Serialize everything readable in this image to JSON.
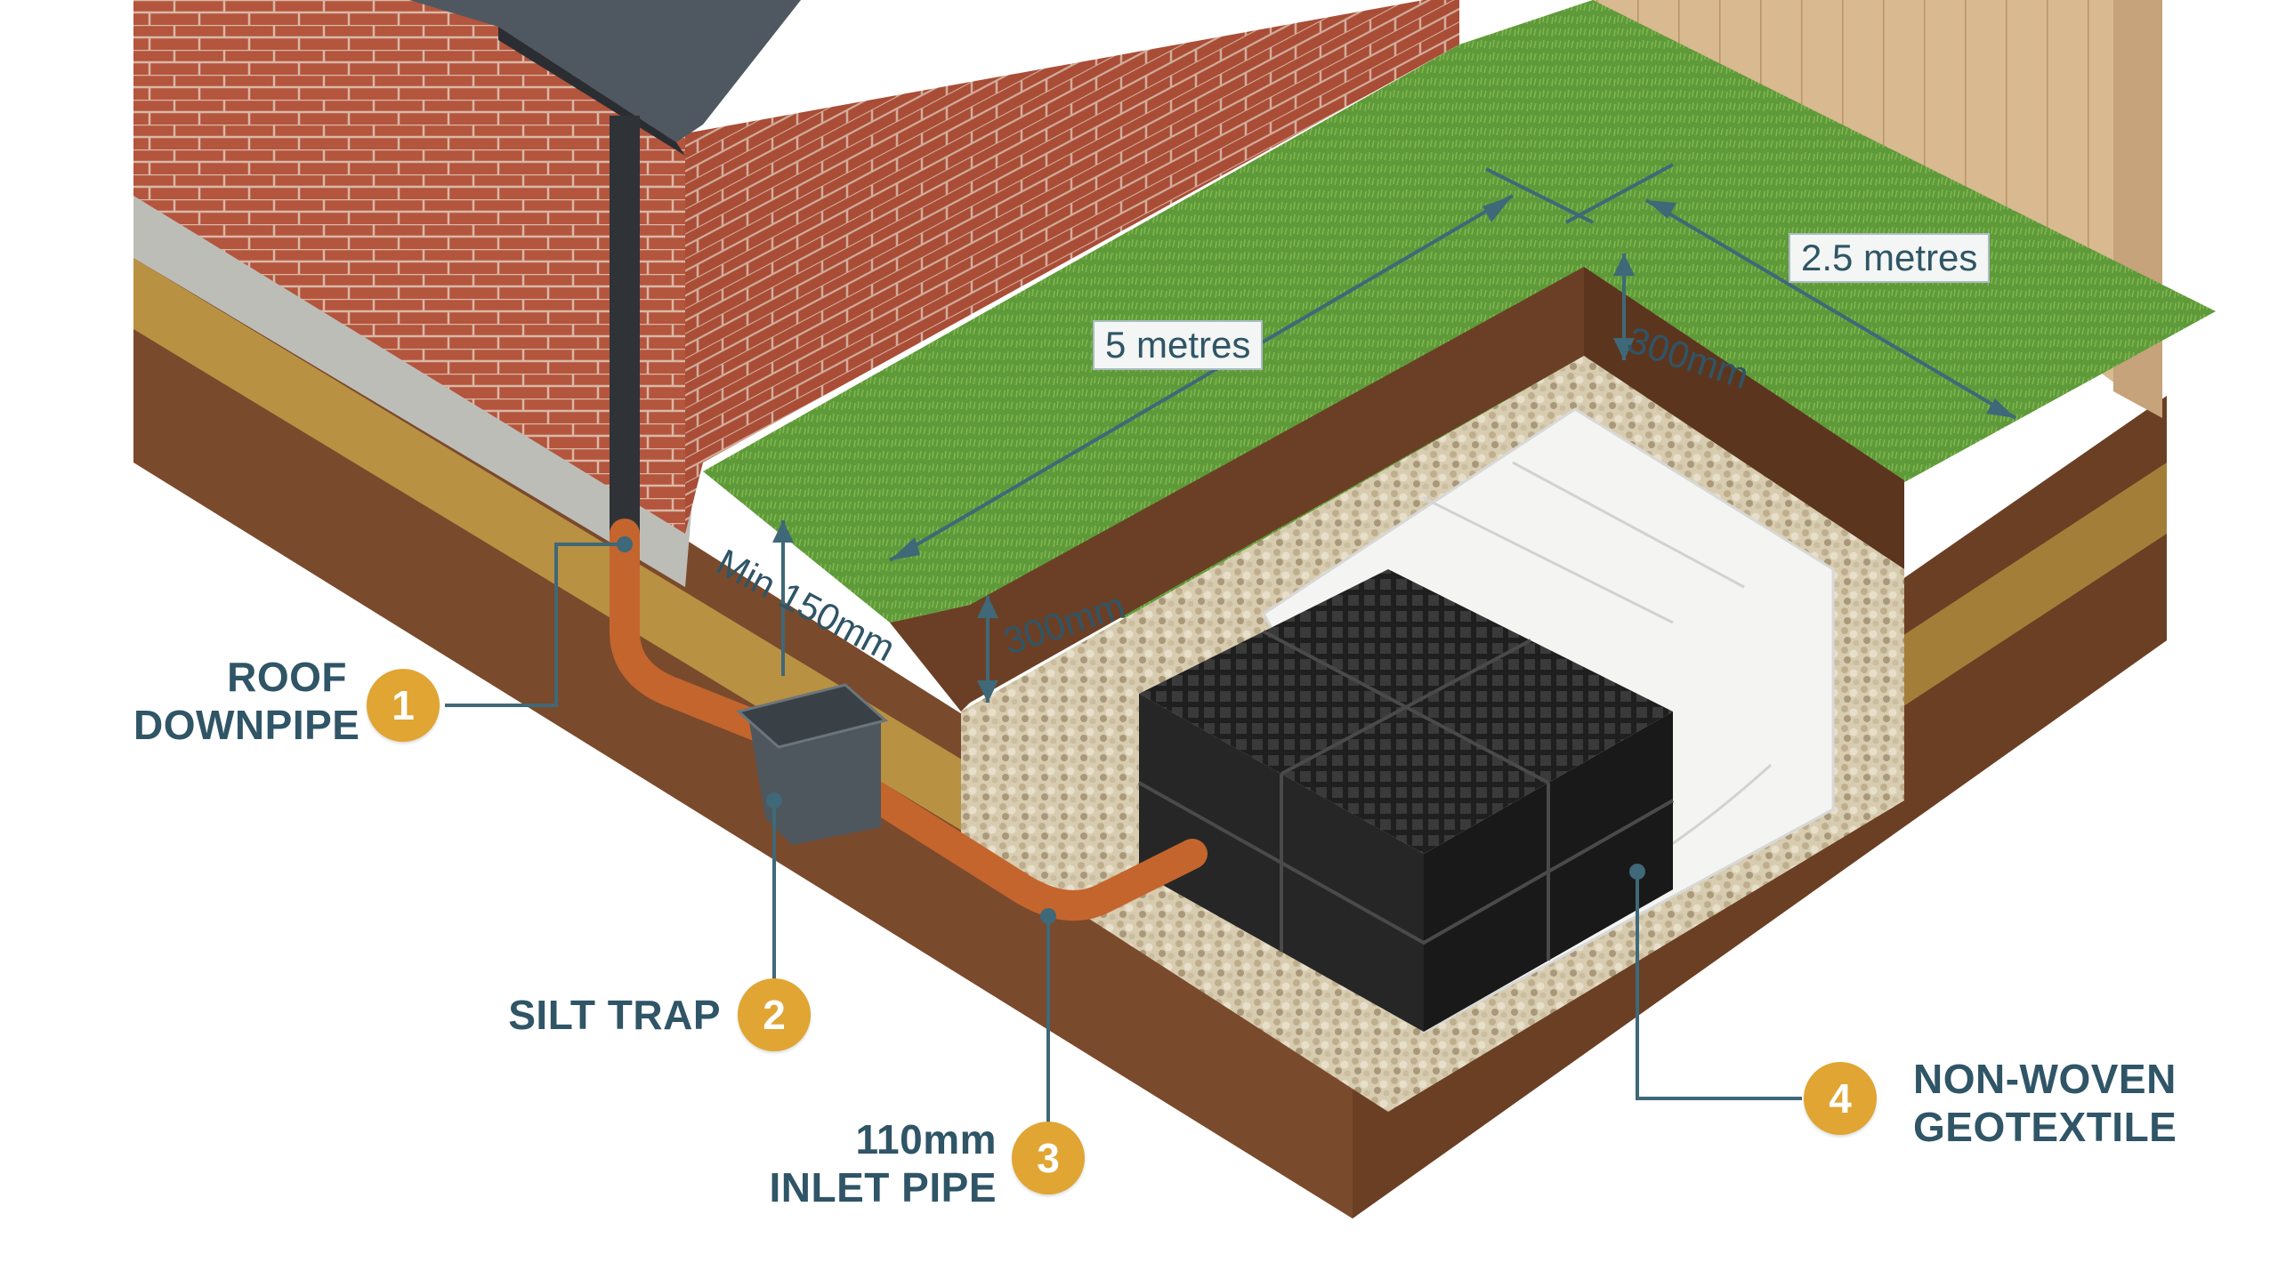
{
  "dimensions": {
    "length": "5 metres",
    "width": "2.5 metres",
    "cover_depth": "300mm",
    "base_depth": "300mm",
    "min_fall": "Min 150mm"
  },
  "callouts": [
    {
      "number": "1",
      "lines": [
        "ROOF",
        "DOWNPIPE"
      ]
    },
    {
      "number": "2",
      "lines": [
        "SILT TRAP"
      ]
    },
    {
      "number": "3",
      "lines": [
        "110mm",
        "INLET PIPE"
      ]
    },
    {
      "number": "4",
      "lines": [
        "NON-WOVEN",
        "GEOTEXTILE"
      ]
    }
  ],
  "colors": {
    "badge": "#e0a532",
    "label_text": "#2f5566",
    "leader_line": "#3f6878",
    "pipe": "#c4652e",
    "grass": "#5f9a3a",
    "brick": "#b4553d",
    "soil": "#7a4a2c",
    "gravel": "#cfc2a4",
    "crate": "#1f1f1f",
    "geotextile": "#f4f4f2"
  }
}
